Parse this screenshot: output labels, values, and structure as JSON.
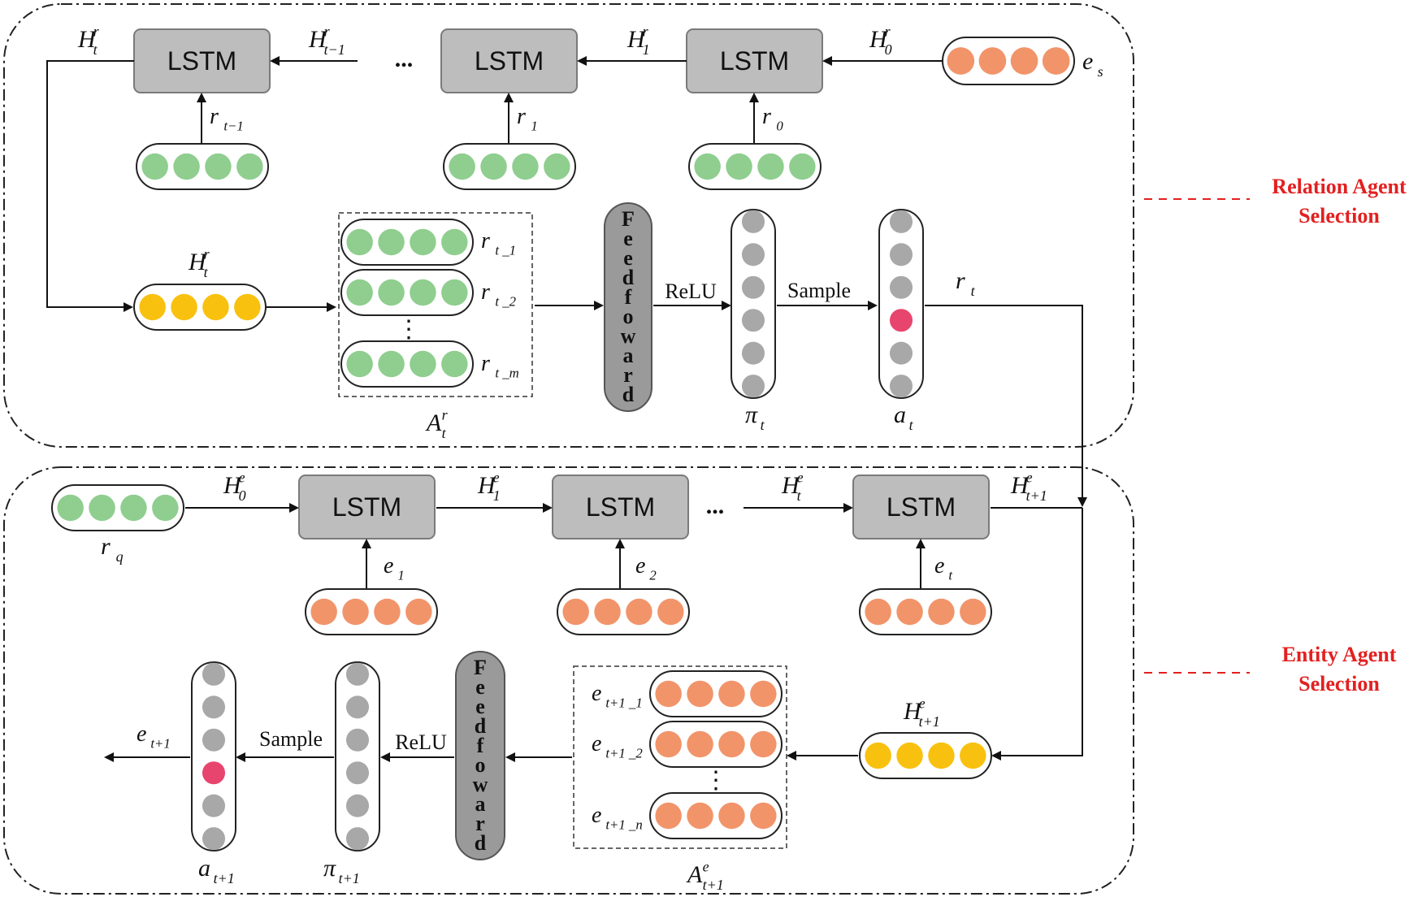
{
  "colors": {
    "green": "#8fce8f",
    "orange": "#f2946a",
    "yellow": "#f9c10f",
    "gray": "#a8a8a8",
    "selected": "#e8456e",
    "label_red": "#e32020"
  },
  "lstm_label": "LSTM",
  "ellipsis": "...",
  "vdots": "⋮",
  "feedforward_label": "Feedfoward",
  "relation_section": {
    "title_line1": "Relation Agent",
    "title_line2": "Selection",
    "H_t": {
      "base": "H",
      "sup": "r",
      "sub": "t"
    },
    "H_tm1": {
      "base": "H",
      "sup": "r",
      "sub": "t−1"
    },
    "H_1": {
      "base": "H",
      "sup": "r",
      "sub": "1"
    },
    "H_0": {
      "base": "H",
      "sup": "r",
      "sub": "0"
    },
    "e_s": {
      "base": "e",
      "sub": "s"
    },
    "r_tm1": {
      "base": "r",
      "sub": "t−1"
    },
    "r_1": {
      "base": "r",
      "sub": "1"
    },
    "r_0": {
      "base": "r",
      "sub": "0"
    },
    "H_t_mid": {
      "base": "H",
      "sup": "r",
      "sub": "t"
    },
    "cand_1": {
      "base": "r",
      "sub": "t _1"
    },
    "cand_2": {
      "base": "r",
      "sub": "t _2"
    },
    "cand_m": {
      "base": "r",
      "sub": "t _m"
    },
    "A_t": {
      "base": "A",
      "sup": "r",
      "sub": "t"
    },
    "relu": "ReLU",
    "sample": "Sample",
    "pi_t": {
      "base": "π",
      "sub": "t"
    },
    "a_t": {
      "base": "a",
      "sub": "t"
    },
    "r_t": {
      "base": "r",
      "sub": "t"
    }
  },
  "entity_section": {
    "title_line1": "Entity Agent",
    "title_line2": "Selection",
    "r_q": {
      "base": "r",
      "sub": "q"
    },
    "H_0": {
      "base": "H",
      "sup": "e",
      "sub": "0"
    },
    "H_1": {
      "base": "H",
      "sup": "e",
      "sub": "1"
    },
    "H_t": {
      "base": "H",
      "sup": "e",
      "sub": "t"
    },
    "H_tp1": {
      "base": "H",
      "sup": "e",
      "sub": "t+1"
    },
    "e_1": {
      "base": "e",
      "sub": "1"
    },
    "e_2": {
      "base": "e",
      "sub": "2"
    },
    "e_t": {
      "base": "e",
      "sub": "t"
    },
    "H_tp1_mid": {
      "base": "H",
      "sup": "e",
      "sub": "t+1"
    },
    "cand_1": {
      "base": "e",
      "sub": "t+1 _1"
    },
    "cand_2": {
      "base": "e",
      "sub": "t+1 _2"
    },
    "cand_n": {
      "base": "e",
      "sub": "t+1 _n"
    },
    "A_tp1": {
      "base": "A",
      "sup": "e",
      "sub": "t+1"
    },
    "relu": "ReLU",
    "sample": "Sample",
    "pi_tp1": {
      "base": "π",
      "sub": "t+1"
    },
    "a_tp1": {
      "base": "a",
      "sub": "t+1"
    },
    "e_tp1": {
      "base": "e",
      "sub": "t+1"
    }
  }
}
